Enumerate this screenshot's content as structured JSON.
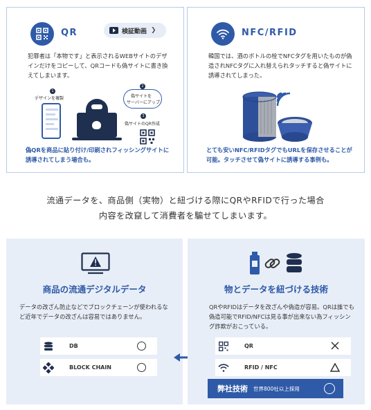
{
  "qr_card": {
    "title": "QR",
    "video_button_label": "検証動画",
    "description": "犯罪者は「本物です」と表示されるWEBサイトのデザインだけをコピーして、QRコードも偽サイトに書き換えてしまいます。",
    "step1_label": "デザインを複製",
    "step2_label_line1": "偽サイトを",
    "step2_label_line2": "サーバーにアップ",
    "step3_label": "偽サイトのQR作成",
    "step1_number": "1",
    "step2_number": "2",
    "step3_number": "3",
    "footer": "偽QRを商品に貼り付け/印刷されフィッシングサイトに誘導されてしまう場合も。"
  },
  "nfc_card": {
    "title": "NFC/RFID",
    "description": "韓国では、酒のボトルの栓でNFCタグを用いたものが偽造されNFCタグに入れ替えられタッチすると偽サイトに誘導されてしまった。",
    "footer": "とても安いNFC/RFIDタグでもURLを保存させることが可能。タッチさせて偽サイトに誘導する事例も。"
  },
  "headline": {
    "line1": "流通データを、商品側（実物）と紐づける際にQRやRFIDで行った場合",
    "line2": "内容を改竄して消費者を騙せてしまいます。"
  },
  "digital_panel": {
    "title": "商品の流通デジタルデータ",
    "description": "データの改ざん防止などでブロックチェーンが使われるなど近年でデータの改ざんは容易ではありません。",
    "rows": [
      {
        "label": "DB",
        "mark": "circle"
      },
      {
        "label": "BLOCK CHAIN",
        "mark": "circle"
      }
    ]
  },
  "link_panel": {
    "title": "物とデータを紐づける技術",
    "description": "QRやRFIDはデータを改ざんや偽造が容易。QRは誰でも偽造可能でRFID/NFCは見る事が出来ない為フィッシング詐欺がおこっている。",
    "rows": [
      {
        "label": "QR",
        "mark": "cross"
      },
      {
        "label": "RFID / NFC",
        "mark": "triangle"
      }
    ],
    "company_label": "弊社技術",
    "company_sub": "世界800社以上採用"
  },
  "colors": {
    "accent": "#2e5aa8",
    "dark": "#1f2f4f",
    "panel_bg": "#e8eef7",
    "border": "#b7c9e6"
  }
}
